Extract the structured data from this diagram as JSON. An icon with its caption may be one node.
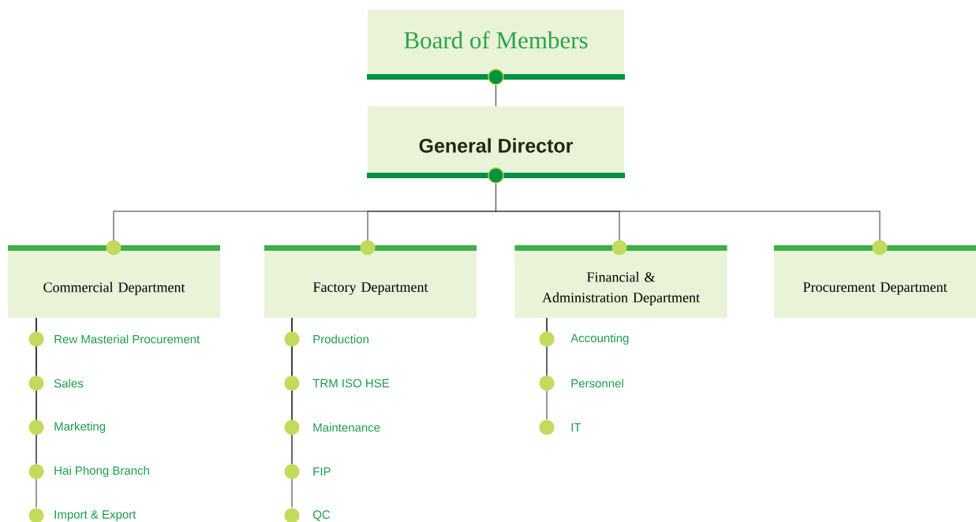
{
  "diagram": {
    "nodes": [
      {
        "text": [
          "Board of Members"
        ]
      },
      {
        "text": [
          "General Director"
        ]
      },
      {
        "text": [
          "Commercial Department"
        ]
      },
      {
        "text": [
          "Factory Department"
        ]
      },
      {
        "text": [
          "Financial & Administration Department"
        ]
      },
      {
        "text": [
          "Procurement Department"
        ]
      },
      {
        "text": [
          "Rew Masterial Procurement"
        ]
      },
      {
        "text": [
          "Sales"
        ]
      },
      {
        "text": [
          "Marketing"
        ]
      },
      {
        "text": [
          "Hai Phong Branch"
        ]
      },
      {
        "text": [
          "Import & Export"
        ]
      },
      {
        "text": [
          "Production"
        ]
      },
      {
        "text": [
          "TRM ISO HSE"
        ]
      },
      {
        "text": [
          "Maintenance"
        ]
      },
      {
        "text": [
          "FIP"
        ]
      },
      {
        "text": [
          "QC"
        ]
      },
      {
        "text": [
          "Accounting"
        ]
      },
      {
        "text": [
          "Personnel"
        ]
      },
      {
        "text": [
          "IT"
        ]
      }
    ],
    "edges": [
      {
        "from": 0,
        "to": 1,
        "arrow": "none"
      },
      {
        "from": 1,
        "to": 2,
        "arrow": "none"
      },
      {
        "from": 1,
        "to": 3,
        "arrow": "none"
      },
      {
        "from": 1,
        "to": 4,
        "arrow": "none"
      },
      {
        "from": 1,
        "to": 5,
        "arrow": "none"
      },
      {
        "from": 2,
        "to": 6,
        "arrow": "none"
      },
      {
        "from": 2,
        "to": 7,
        "arrow": "none"
      },
      {
        "from": 2,
        "to": 8,
        "arrow": "none"
      },
      {
        "from": 2,
        "to": 9,
        "arrow": "none"
      },
      {
        "from": 2,
        "to": 10,
        "arrow": "none"
      },
      {
        "from": 3,
        "to": 11,
        "arrow": "none"
      },
      {
        "from": 3,
        "to": 12,
        "arrow": "none"
      },
      {
        "from": 3,
        "to": 13,
        "arrow": "none"
      },
      {
        "from": 3,
        "to": 14,
        "arrow": "none"
      },
      {
        "from": 3,
        "to": 15,
        "arrow": "none"
      },
      {
        "from": 4,
        "to": 16,
        "arrow": "none"
      },
      {
        "from": 4,
        "to": 17,
        "arrow": "none"
      },
      {
        "from": 4,
        "to": 18,
        "arrow": "none"
      }
    ]
  }
}
